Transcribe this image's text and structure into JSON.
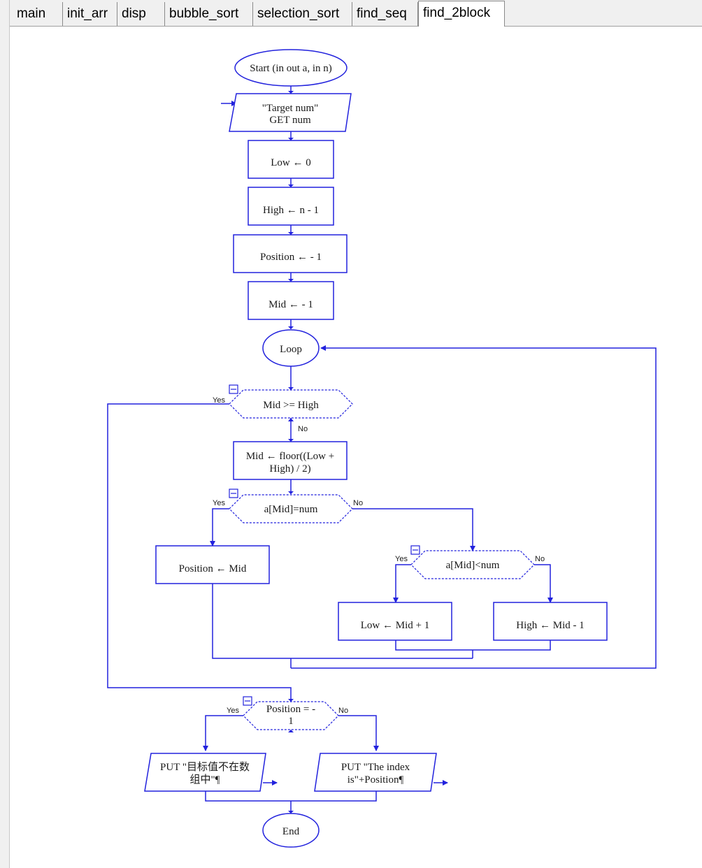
{
  "tabs": [
    "main",
    "init_arr",
    "disp",
    "bubble_sort",
    "selection_sort",
    "find_seq",
    "find_2block"
  ],
  "active_tab": "find_2block",
  "flowchart": {
    "start": "Start (in out a, in n)",
    "input_prompt": "\"Target num\"",
    "input_get": "GET num",
    "assign_low": "Low ← 0",
    "assign_high": "High ← n - 1",
    "assign_position": "Position ← - 1",
    "assign_mid": "Mid ← - 1",
    "loop": "Loop",
    "cond_mid_high": "Mid >= High",
    "mid_calc_1": "Mid ← floor((Low +",
    "mid_calc_2": "High) / 2)",
    "cond_found": "a[Mid]=num",
    "assign_position_mid": "Position ← Mid",
    "cond_less": "a[Mid]<num",
    "assign_low_mid": "Low ← Mid + 1",
    "assign_high_mid": "High ← Mid - 1",
    "cond_position_1": "Position = -",
    "cond_position_2": "1",
    "put_notfound_1": "PUT \"目标值不在数",
    "put_notfound_2": "组中\"¶",
    "put_found_1": "PUT \"The index",
    "put_found_2": "is\"+Position¶",
    "end": "End",
    "yes": "Yes",
    "no": "No"
  },
  "colors": {
    "flow_line": "#2222dd",
    "tab_bg": "#f0f0f0",
    "canvas_bg": "#ffffff"
  }
}
